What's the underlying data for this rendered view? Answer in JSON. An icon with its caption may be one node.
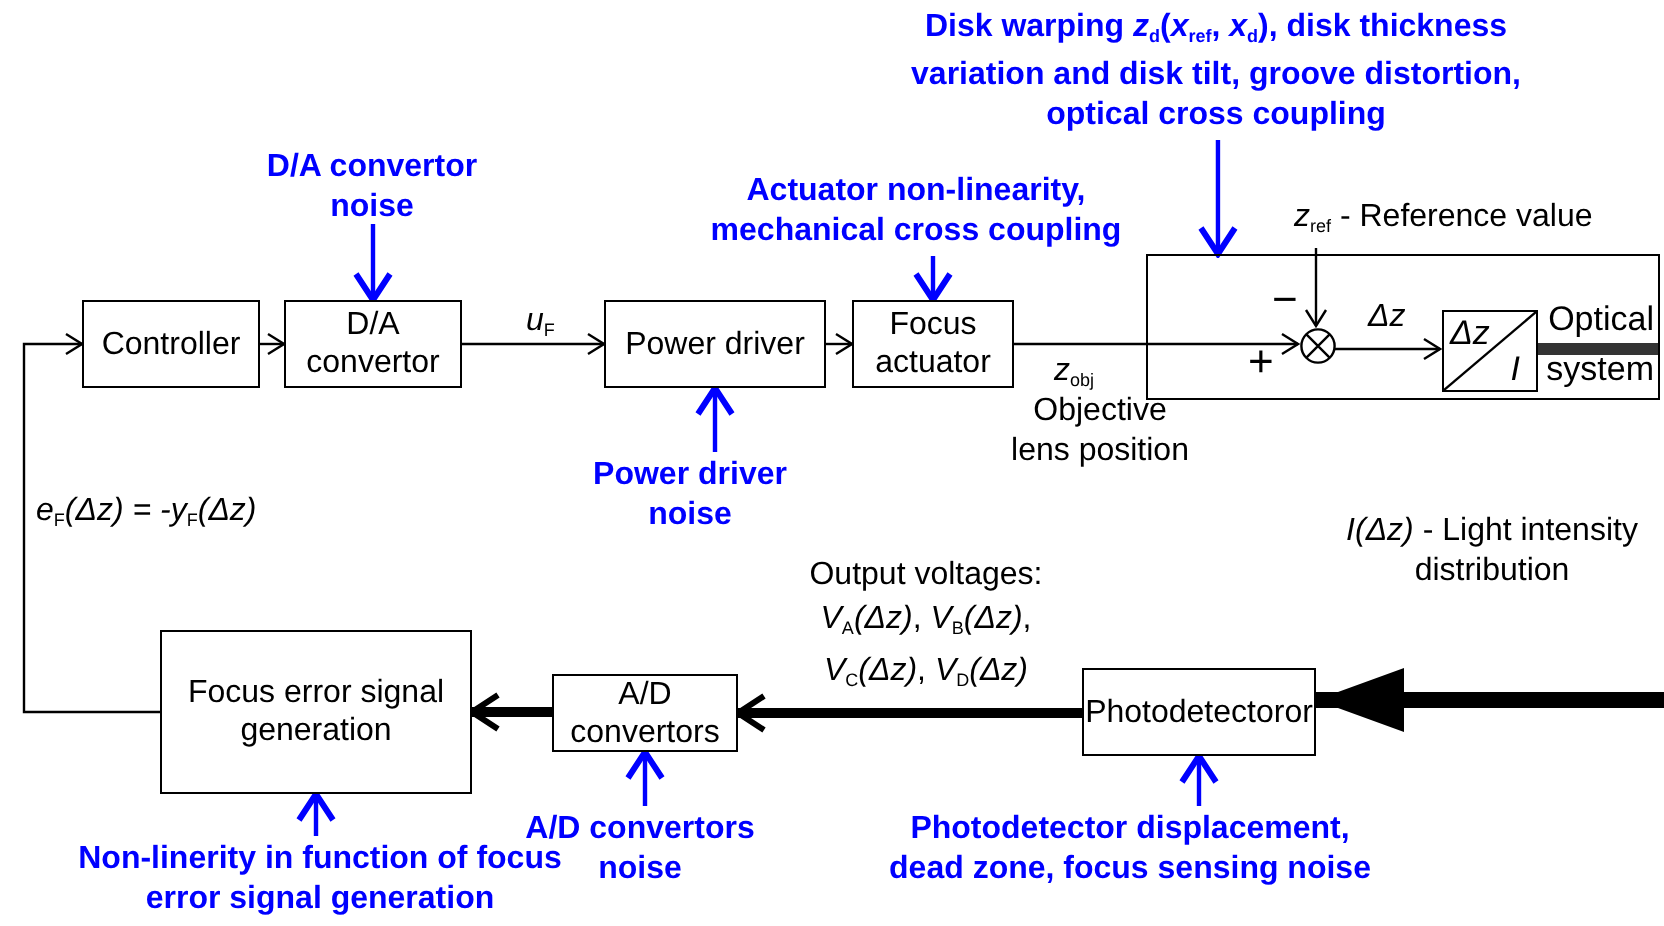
{
  "diagram": {
    "nodes": [
      {
        "text": [
          "Controller"
        ]
      },
      {
        "text": [
          "D/A convertor"
        ]
      },
      {
        "text": [
          "Power driver"
        ]
      },
      {
        "text": [
          "Focus actuator"
        ]
      },
      {
        "text": [
          "Optical system"
        ]
      },
      {
        "text": [],
        "shape": "circle",
        "in": 4
      },
      {
        "text": [
          "Δz",
          "I"
        ],
        "in": 4
      },
      {
        "text": [
          "Photodetectoror"
        ]
      },
      {
        "text": [
          "A/D convertors"
        ]
      },
      {
        "text": [
          "Focus error signal generation"
        ]
      },
      {
        "text": [
          "D/A convertor noise"
        ]
      },
      {
        "text": [
          "Actuator non-linearity, mechanical cross coupling"
        ]
      },
      {
        "text": [
          "Disk warping *z*$_{d}$(*x*$_{ref}$, *x*$_{d}$), disk thickness variation and disk tilt, groove distortion, optical cross coupling"
        ]
      },
      {
        "text": [
          "Power driver noise"
        ]
      },
      {
        "text": [
          "Non-linerity in function of focus error signal generation"
        ]
      },
      {
        "text": [
          "A/D convertors noise"
        ]
      },
      {
        "text": [
          "Photodetector displacement, dead zone, focus sensing noise"
        ]
      },
      {
        "text": [
          "*z*$_{ref}$ - Reference value"
        ]
      }
    ],
    "edges": [
      {
        "from": 0,
        "to": 1,
        "arrow": "to"
      },
      {
        "from": 1,
        "to": 2,
        "arrow": "to",
        "label": "*u*$_{F}$"
      },
      {
        "from": 2,
        "to": 3,
        "arrow": "to"
      },
      {
        "from": 3,
        "to": 5,
        "arrow": "to",
        "label": "*z*$_{obj}$"
      },
      {
        "from": 17,
        "to": 5,
        "arrow": "to"
      },
      {
        "from": 5,
        "to": 6,
        "arrow": "to",
        "label": "Δz"
      },
      {
        "from": 6,
        "to": null,
        "arrow": "none",
        "style": "thick"
      },
      {
        "from": null,
        "to": 7,
        "arrow": "to",
        "style": "thick"
      },
      {
        "from": 7,
        "to": 8,
        "arrow": "to",
        "style": "thick",
        "label": "Output voltages: *V*$_{A}$*(Δz)*, *V*$_{B}$*(Δz)*, *V*$_{C}$*(Δz)*, *V*$_{D}$*(Δz)*"
      },
      {
        "from": 8,
        "to": 9,
        "arrow": "to",
        "style": "thick"
      },
      {
        "from": 9,
        "to": 0,
        "arrow": "to",
        "label": "*e*$_{F}$*(Δz) = -y*$_{F}$*(Δz)*"
      },
      {
        "from": 10,
        "to": 1,
        "arrow": "to",
        "color": "#0000ff"
      },
      {
        "from": 11,
        "to": 3,
        "arrow": "to",
        "color": "#0000ff"
      },
      {
        "from": 12,
        "to": 4,
        "arrow": "to",
        "color": "#0000ff"
      },
      {
        "from": 13,
        "to": 2,
        "arrow": "to",
        "color": "#0000ff"
      },
      {
        "from": 14,
        "to": 9,
        "arrow": "to",
        "color": "#0000ff"
      },
      {
        "from": 15,
        "to": 8,
        "arrow": "to",
        "color": "#0000ff"
      },
      {
        "from": 16,
        "to": 7,
        "arrow": "to",
        "color": "#0000ff"
      }
    ],
    "labels": [
      "−",
      "+",
      "Objective lens position",
      "*I(Δz)* - Light intensity distribution"
    ]
  }
}
